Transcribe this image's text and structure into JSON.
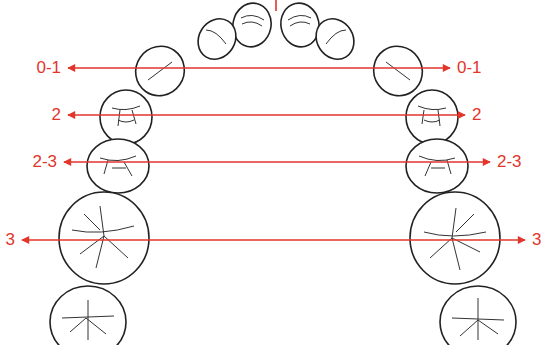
{
  "diagram": {
    "labels": [
      "0-1",
      "0-1",
      "2",
      "2",
      "2-3",
      "2-3",
      "3",
      "3"
    ]
  }
}
